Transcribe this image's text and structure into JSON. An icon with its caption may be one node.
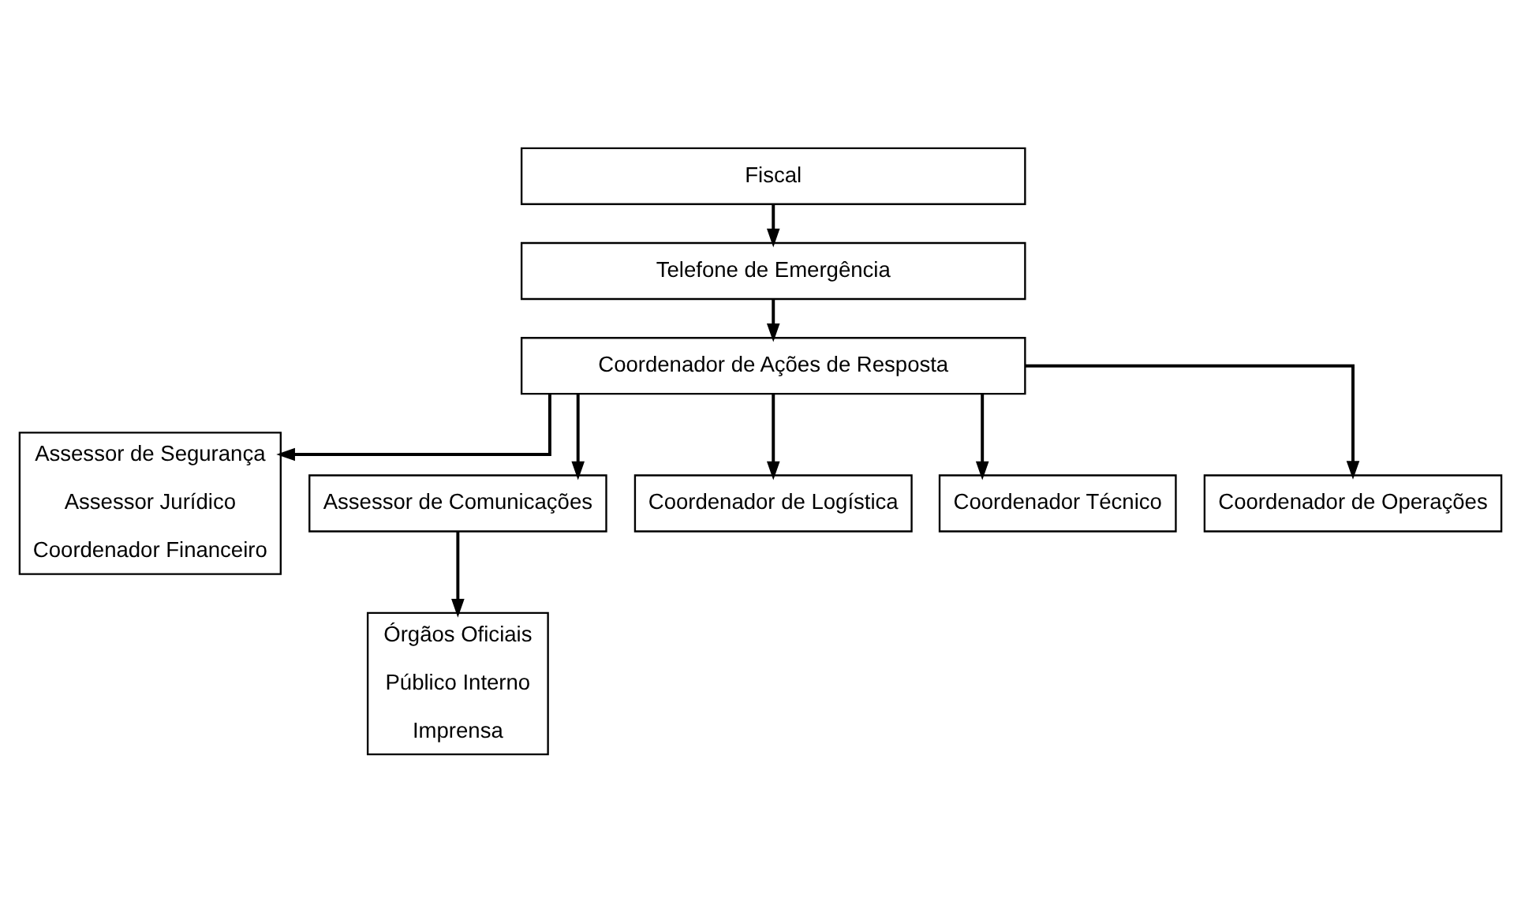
{
  "diagram": {
    "nodes": [
      {
        "text": [
          "Fiscal"
        ]
      },
      {
        "text": [
          "Telefone de Emergência"
        ]
      },
      {
        "text": [
          "Coordenador de Ações de Resposta"
        ]
      },
      {
        "text": [
          "Assessor de Segurança",
          "Assessor Jurídico",
          "Coordenador Financeiro"
        ]
      },
      {
        "text": [
          "Assessor de Comunicações"
        ]
      },
      {
        "text": [
          "Coordenador de Logística"
        ]
      },
      {
        "text": [
          "Coordenador Técnico"
        ]
      },
      {
        "text": [
          "Coordenador de Operações"
        ]
      },
      {
        "text": [
          "Órgãos Oficiais",
          "Público Interno",
          "Imprensa"
        ]
      }
    ],
    "edges": [
      {
        "from": 0,
        "to": 1,
        "arrow": "to"
      },
      {
        "from": 1,
        "to": 2,
        "arrow": "to"
      },
      {
        "from": 2,
        "to": 3,
        "arrow": "to"
      },
      {
        "from": 2,
        "to": 4,
        "arrow": "to"
      },
      {
        "from": 2,
        "to": 5,
        "arrow": "to"
      },
      {
        "from": 2,
        "to": 6,
        "arrow": "to"
      },
      {
        "from": 2,
        "to": 7,
        "arrow": "to"
      },
      {
        "from": 4,
        "to": 8,
        "arrow": "to"
      }
    ]
  }
}
